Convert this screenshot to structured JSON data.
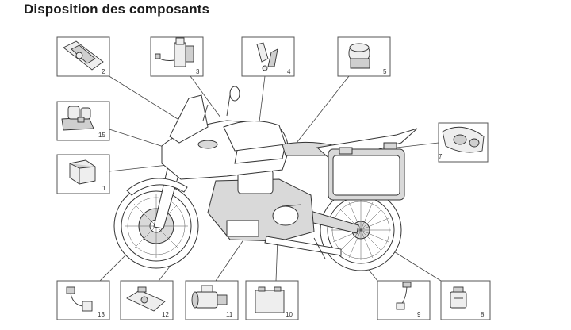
{
  "title": "Disposition des composants",
  "callouts": [
    {
      "id": "2",
      "icon": "dashboard-icon"
    },
    {
      "id": "3",
      "icon": "actuator-icon"
    },
    {
      "id": "4",
      "icon": "sensor-connector-icon"
    },
    {
      "id": "5",
      "icon": "relay-cap-icon"
    },
    {
      "id": "15",
      "icon": "switch-unit-icon"
    },
    {
      "id": "1",
      "icon": "ecu-module-icon"
    },
    {
      "id": "7",
      "icon": "tail-light-icon"
    },
    {
      "id": "13",
      "icon": "wheel-sensor-icon"
    },
    {
      "id": "12",
      "icon": "bracket-icon"
    },
    {
      "id": "11",
      "icon": "starter-motor-icon"
    },
    {
      "id": "10",
      "icon": "battery-icon"
    },
    {
      "id": "9",
      "icon": "lambda-probe-icon"
    },
    {
      "id": "8",
      "icon": "connector-block-icon"
    }
  ]
}
